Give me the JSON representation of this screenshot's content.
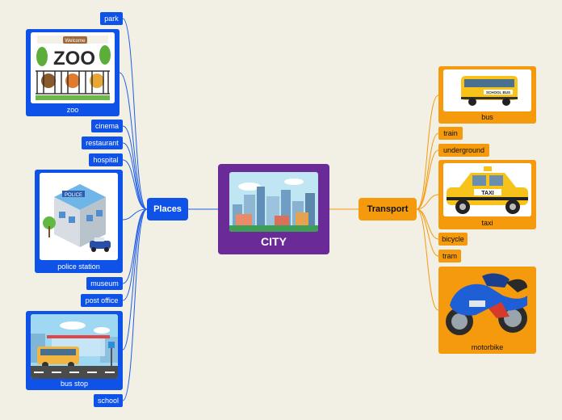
{
  "center": {
    "label": "CITY"
  },
  "places": {
    "label": "Places",
    "items": {
      "park": "park",
      "zoo": "zoo",
      "cinema": "cinema",
      "restaurant": "restaurant",
      "hospital": "hospital",
      "police_station": "police station",
      "museum": "museum",
      "post_office": "post office",
      "bus_stop": "bus stop",
      "school": "school"
    },
    "zoo_sign": "Welcome",
    "zoo_word": "ZOO",
    "police_sign": "POLICE"
  },
  "transport": {
    "label": "Transport",
    "items": {
      "bus": "bus",
      "train": "train",
      "underground": "underground",
      "taxi": "taxi",
      "bicycle": "bicycle",
      "tram": "tram",
      "motorbike": "motorbike"
    },
    "bus_sign": "SCHOOL BUS",
    "taxi_sign": "TAXI"
  },
  "colors": {
    "places": "#0f52e8",
    "transport": "#f59a0c",
    "center": "#6a2a98",
    "background": "#f2efe4"
  }
}
